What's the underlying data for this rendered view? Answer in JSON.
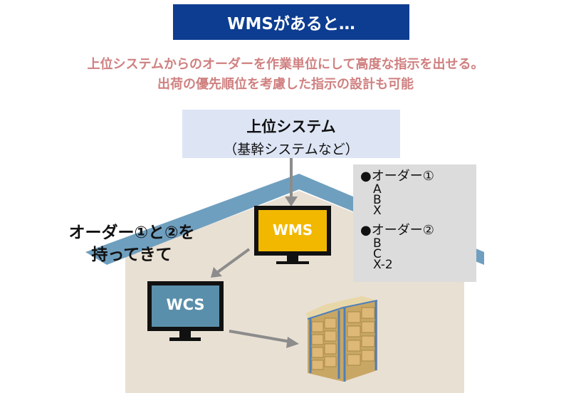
{
  "title": "WMSがあると…",
  "subtitle_line1": "上位システムからのオーダーを作業単位にして高度な指示を出せる。",
  "subtitle_line2": "出荷の優先順位を考慮した指示の設計も可能",
  "upper_system": {
    "label": "上位システム",
    "sublabel": "（基幹システムなど）"
  },
  "orders": [
    {
      "header": "●オーダー①",
      "items": [
        "A",
        "B",
        "X"
      ]
    },
    {
      "header": "●オーダー②",
      "items": [
        "B",
        "C",
        "X-2"
      ]
    }
  ],
  "side_note": {
    "line1": "オーダー①と②を",
    "line2": "持ってきて"
  },
  "wms_label": "WMS",
  "wcs_label": "WCS",
  "colors": {
    "banner": "#0d3d91",
    "subtitle": "#d08080",
    "wms_screen": "#f2b800",
    "wcs_screen": "#5a8fab",
    "roof": "#6f9fbf",
    "house": "#e9e0d4",
    "arrow": "#8c8c8c"
  }
}
